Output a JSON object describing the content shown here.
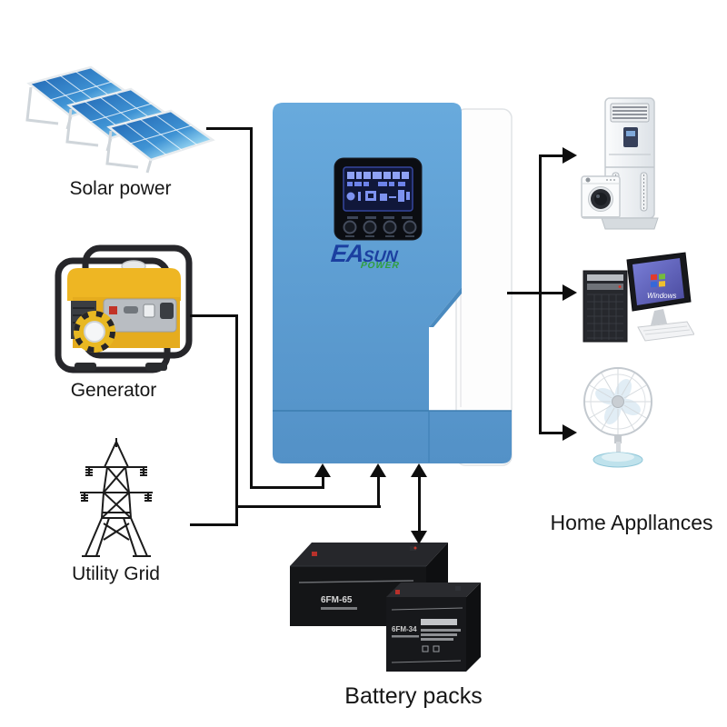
{
  "canvas": {
    "background": "#ffffff"
  },
  "labels": {
    "solar": "Solar power",
    "generator": "Generator",
    "utility": "Utility Grid",
    "appliances": "Home Appllances",
    "battery": "Battery packs"
  },
  "inverter": {
    "brand": {
      "part1": "EA",
      "part2": "SUN",
      "sub": "POWER"
    },
    "colors": {
      "body": "#5b9fd6",
      "logo_blue": "#1b3fa0",
      "logo_green": "#2f9e3d",
      "lcd": "#10173a"
    }
  },
  "appliances": {
    "computer_screen": "Windows"
  },
  "batteries": {
    "large_model": "6FM-65",
    "small_model": "6FM-34"
  },
  "connections": {
    "line_color": "#0e0e0e"
  }
}
